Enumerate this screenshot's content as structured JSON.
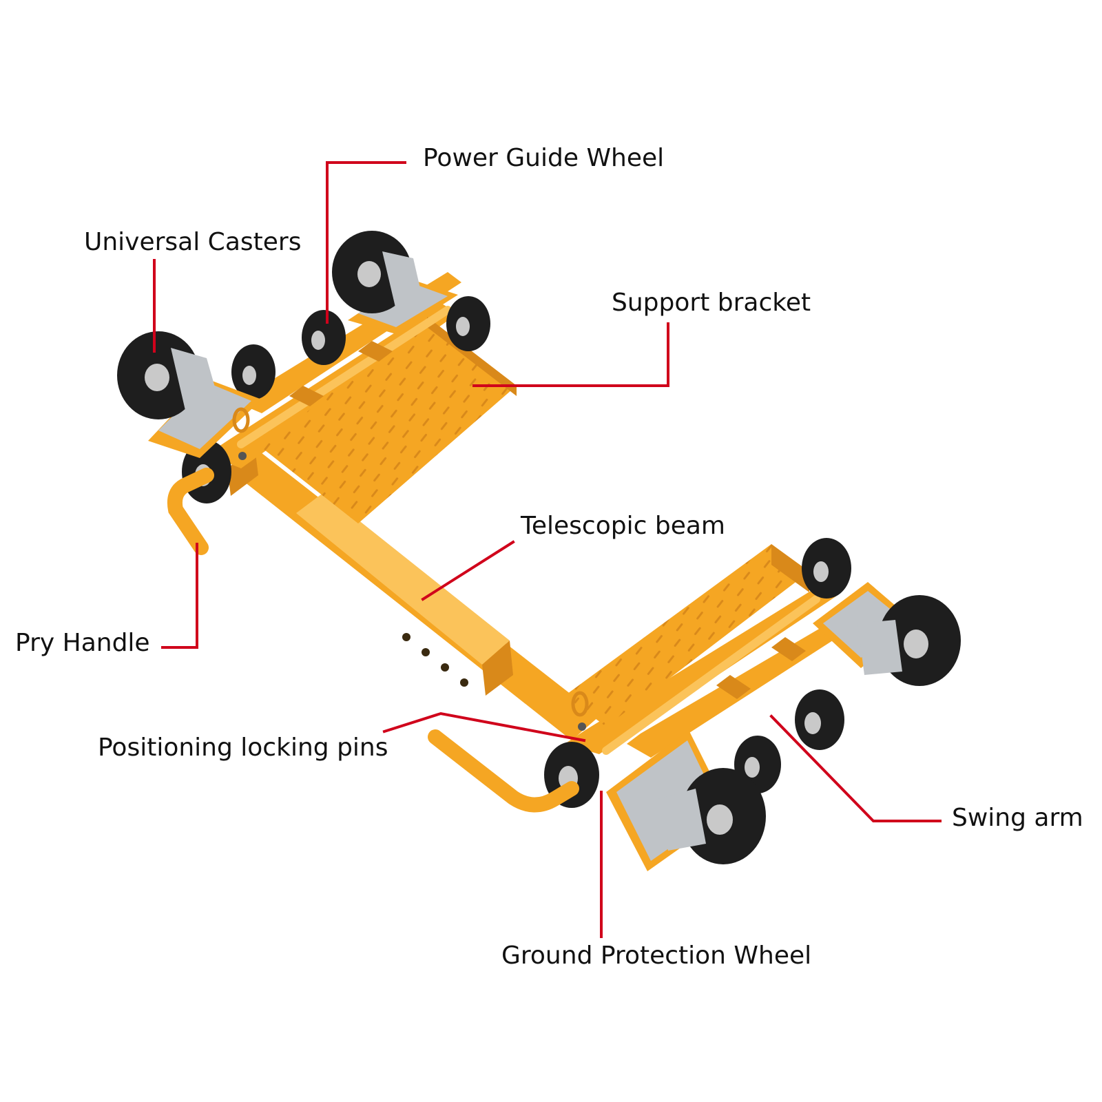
{
  "colors": {
    "frame": "#F5A623",
    "frame_shade": "#D9891A",
    "frame_light": "#FBC35A",
    "leader": "#D0021B",
    "rubber": "#1E1E1E",
    "hub": "#C9C9C9",
    "plate": "#BFC3C7"
  },
  "icons": {
    "caster": "swivel-caster-icon",
    "roller": "roller-wheel-icon",
    "handle": "pry-handle-icon"
  },
  "labels": {
    "power_guide_wheel": "Power Guide Wheel",
    "universal_casters": "Universal Casters",
    "support_bracket": "Support bracket",
    "telescopic_beam": "Telescopic beam",
    "pry_handle": "Pry Handle",
    "positioning_locking_pins": "Positioning locking pins",
    "swing_arm": "Swing arm",
    "ground_protection_wheel": "Ground Protection Wheel"
  }
}
